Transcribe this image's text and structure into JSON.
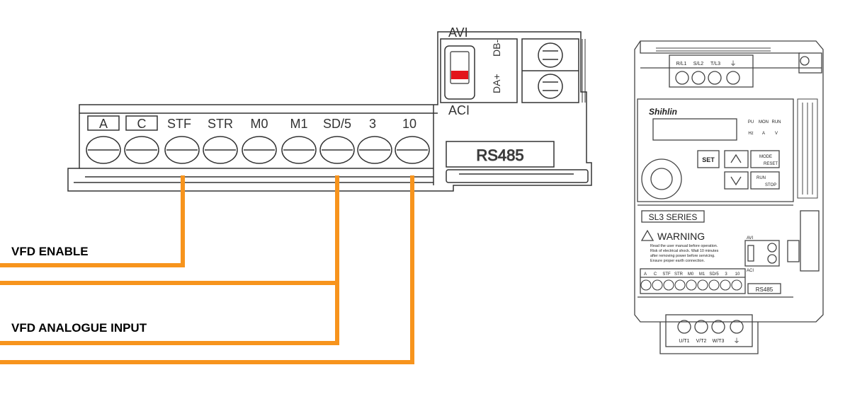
{
  "wire_color": "#f7941d",
  "accent_red": "#e3141b",
  "terminal_block": {
    "labels": [
      "A",
      "C",
      "STF",
      "STR",
      "M0",
      "M1",
      "SD/5",
      "3",
      "10"
    ],
    "rs485": "RS485"
  },
  "switch": {
    "top_label": "AVI",
    "bottom_label": "ACI",
    "db_minus": "DB-",
    "da_plus": "DA+"
  },
  "wire_labels": {
    "enable": "VFD ENABLE",
    "analogue": "VFD ANALOGUE INPUT"
  },
  "device": {
    "brand": "Shihlin",
    "series": "SL3 SERIES",
    "warning_title": "WARNING",
    "warning_lines": [
      "Read the user manual before operation.",
      "Risk of electrical shock. Wait 10 minutes",
      "after removing power before servicing.",
      "Ensure proper earth connection."
    ],
    "top_terminals": [
      "R/L1",
      "S/L2",
      "T/L3",
      "⏚"
    ],
    "bottom_terminals": [
      "U/T1",
      "V/T2",
      "W/T3",
      "⏚"
    ],
    "indicators": [
      "PU",
      "MON",
      "RUN"
    ],
    "indicator_subs": [
      "Hz",
      "A",
      "V"
    ],
    "buttons": {
      "set": "SET",
      "mode": "MODE",
      "reset": "RESET",
      "run": "RUN",
      "stop": "STOP"
    },
    "mini_terminals": [
      "A",
      "C",
      "STF",
      "STR",
      "M0",
      "M1",
      "SD/5",
      "3",
      "10"
    ],
    "mini_rs485": "RS485",
    "mini_avi": "AVI",
    "mini_aci": "ACI"
  }
}
